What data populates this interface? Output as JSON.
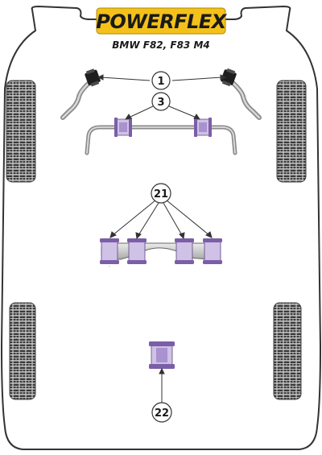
{
  "header": {
    "brand": "POWERFLEX",
    "model": "BMW F82, F83 M4"
  },
  "callouts": [
    {
      "id": "1"
    },
    {
      "id": "3"
    },
    {
      "id": "21"
    },
    {
      "id": "22"
    }
  ],
  "colors": {
    "bushing_purple": "#7b5ea7",
    "bushing_light": "#cfc2e6",
    "logo_yellow": "#f3c11a",
    "body_outline": "#333333",
    "metal_grey": "#9a9a9a",
    "tyre_dark": "#3a3a3a"
  }
}
